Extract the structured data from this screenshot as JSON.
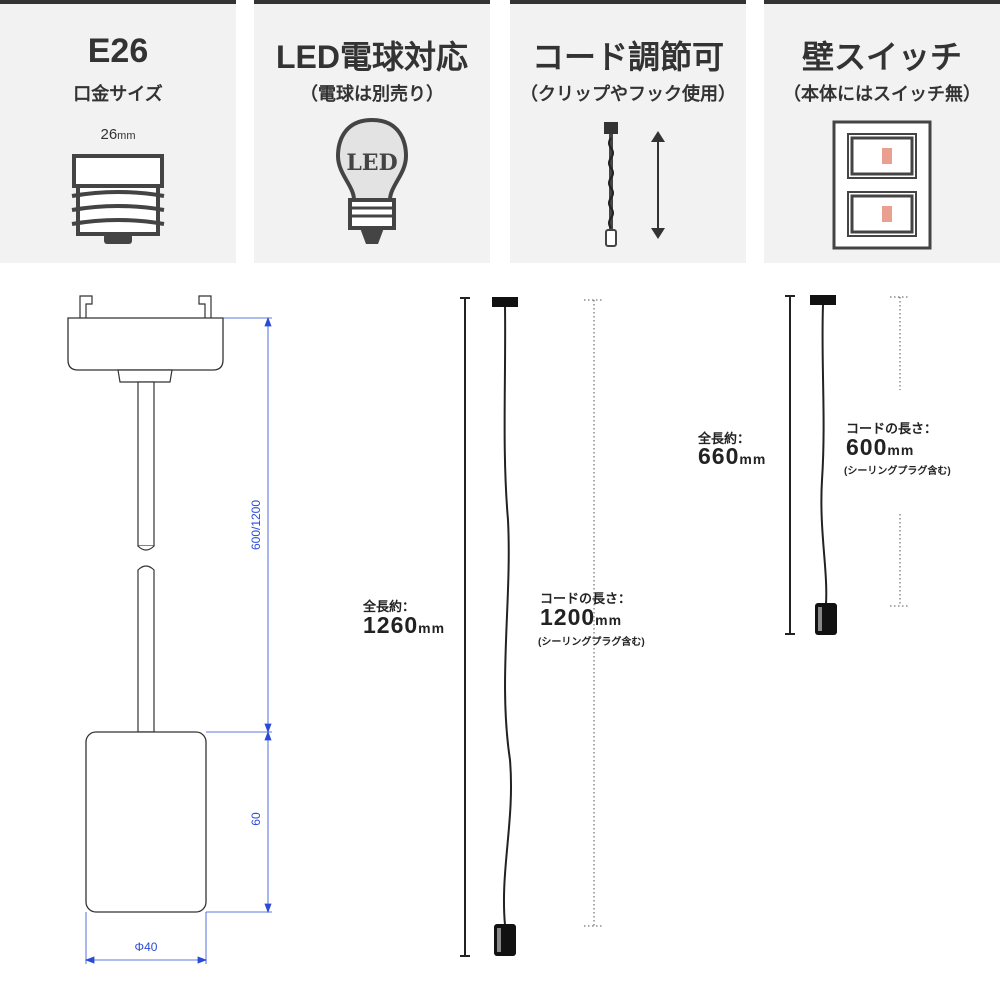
{
  "features": [
    {
      "title": "E26",
      "subtitle": "口金サイズ",
      "note": "26",
      "note_unit": "mm",
      "icon": "e26-socket-icon"
    },
    {
      "title": "LED電球対応",
      "subtitle": "（電球は別売り）",
      "note": "LED",
      "icon": "led-bulb-icon"
    },
    {
      "title": "コード調節可",
      "subtitle": "（クリップやフック使用）",
      "icon": "cord-adjust-icon"
    },
    {
      "title": "壁スイッチ",
      "subtitle": "（本体にはスイッチ無）",
      "icon": "wall-switch-icon"
    }
  ],
  "drawing": {
    "length_dim": "600/1200",
    "socket_height": "60",
    "diameter": "Φ40"
  },
  "long": {
    "total_label": "全長約：",
    "total_value": "1260",
    "total_unit": "mm",
    "cord_label": "コードの長さ：",
    "cord_value": "1200",
    "cord_unit": "mm",
    "cord_note": "(シーリングプラグ含む)"
  },
  "short": {
    "total_label": "全長約：",
    "total_value": "660",
    "total_unit": "mm",
    "cord_label": "コードの長さ：",
    "cord_value": "600",
    "cord_unit": "mm",
    "cord_note": "(シーリングプラグ含む)"
  },
  "colors": {
    "card_bg": "#f2f2f2",
    "card_border": "#333333",
    "dimension_blue": "#2a4bd7",
    "dark": "#222222"
  }
}
